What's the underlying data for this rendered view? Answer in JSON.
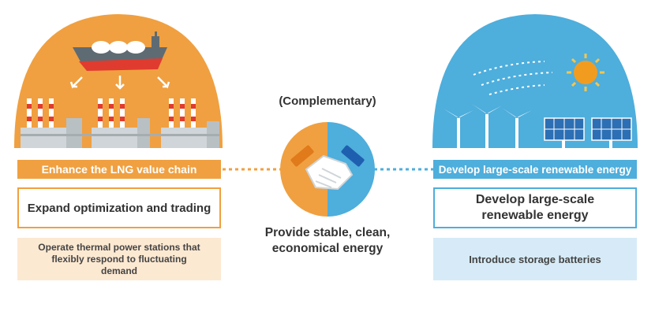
{
  "left": {
    "bar_label": "Enhance the LNG value chain",
    "box_label": "Expand optimization and trading",
    "note": "Operate thermal power stations that flexibly respond to fluctuating demand"
  },
  "center": {
    "top_label": "(Complementary)",
    "bottom_label": "Provide stable, clean, economical energy"
  },
  "right": {
    "bar_label": "Develop large-scale renewable energy",
    "box_label": "Develop large-scale renewable energy",
    "note": "Introduce storage batteries"
  },
  "colors": {
    "orange": "#f0a040",
    "blue": "#4eaedc",
    "light_orange": "#fce9d2",
    "light_blue": "#d6ebf7"
  },
  "icons": [
    "lng-tanker-icon",
    "power-plant-icon",
    "handshake-icon",
    "wind-turbine-icon",
    "solar-panel-icon",
    "sun-icon"
  ]
}
